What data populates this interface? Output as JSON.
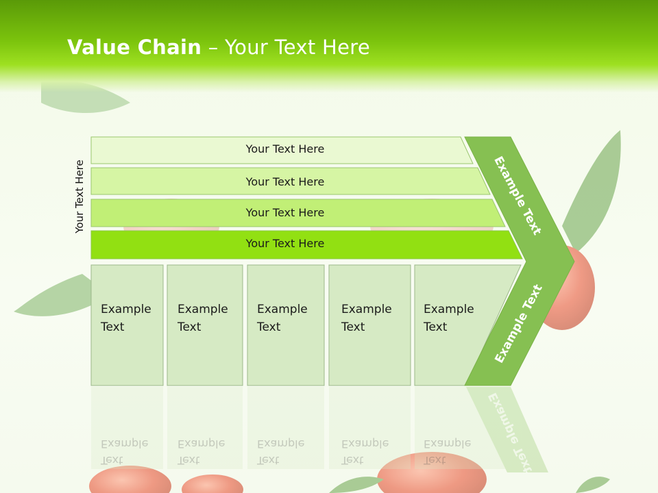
{
  "slide": {
    "title_bold": "Value Chain",
    "title_rest": " – Your Text Here",
    "side_label": "Your Text Here"
  },
  "bars": [
    {
      "label": "Your Text Here"
    },
    {
      "label": "Your Text Here"
    },
    {
      "label": "Your Text Here"
    },
    {
      "label": "Your Text Here"
    }
  ],
  "boxes": [
    {
      "line1": "Example",
      "line2": "Text"
    },
    {
      "line1": "Example",
      "line2": "Text"
    },
    {
      "line1": "Example",
      "line2": "Text"
    },
    {
      "line1": "Example",
      "line2": "Text"
    },
    {
      "line1": "Example",
      "line2": "Text"
    }
  ],
  "chevron": {
    "upper_label": "Example Text",
    "lower_label": "Example Text"
  },
  "colors": {
    "header": "#7cc40d",
    "bar1": "#eaf9d2",
    "bar2": "#d6f5a4",
    "bar3": "#c1ef76",
    "bar4": "#92e012",
    "box": "#d6eac4",
    "chevron": "#86c052"
  }
}
